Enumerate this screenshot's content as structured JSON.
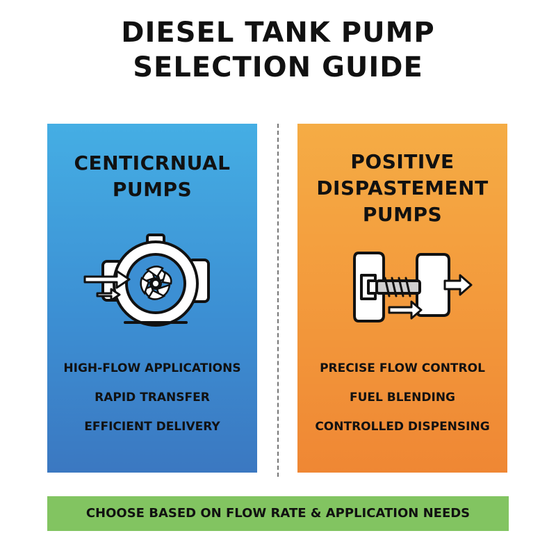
{
  "title": {
    "line1": "DIESEL TANK PUMP",
    "line2": "SELECTION GUIDE"
  },
  "left_panel": {
    "title_line1": "CENTICRNUAL",
    "title_line2": "PUMPS",
    "icon": "centrifugal-pump-icon",
    "features": [
      "HIGH-FLOW APPLICATIONS",
      "RAPID TRANSFER",
      "EFFICIENT DELIVERY"
    ],
    "color_top": "#45aee4",
    "color_bottom": "#3b78c1"
  },
  "right_panel": {
    "title_line1": "POSITIVE",
    "title_line2": "DISPASTEMENT",
    "title_line3": "PUMPS",
    "icon": "positive-displacement-pump-icon",
    "features": [
      "PRECISE FLOW CONTROL",
      "FUEL BLENDING",
      "CONTROLLED DISPENSING"
    ],
    "color_top": "#f5ac45",
    "color_bottom": "#ef8734"
  },
  "footer": {
    "text": "CHOOSE BASED ON FLOW RATE & APPLICATION NEEDS",
    "color": "#82c461"
  }
}
